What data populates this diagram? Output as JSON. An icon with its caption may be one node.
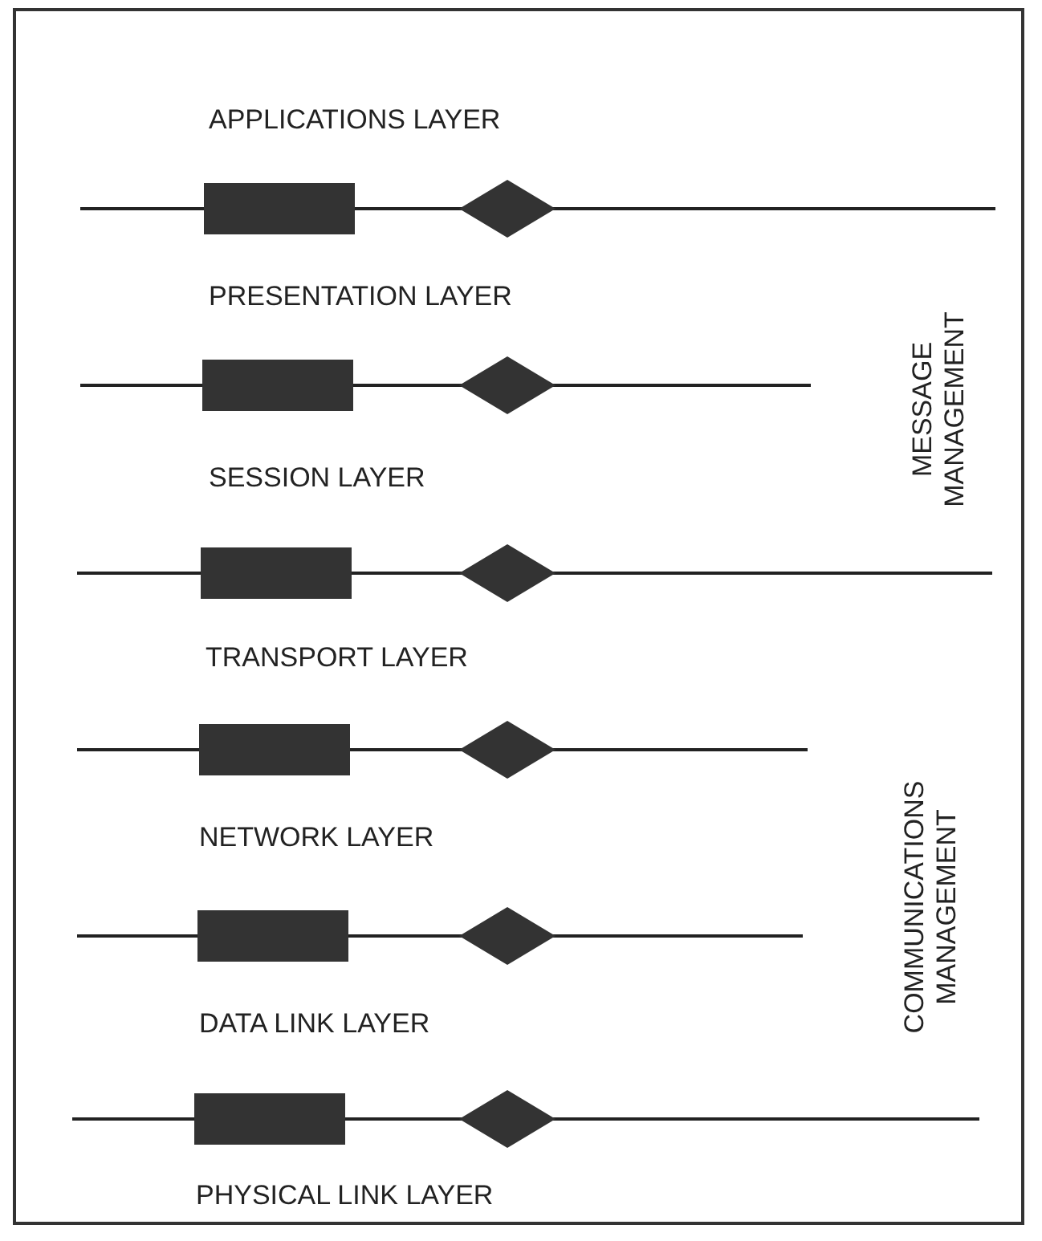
{
  "diagram": {
    "labels": [
      "APPLICATIONS LAYER",
      "PRESENTATION LAYER",
      "MESSAGE MANAGEMENT",
      "SESSION LAYER",
      "TRANSPORT LAYER",
      "COMMUNICATIONS MANAGEMENT",
      "NETWORK LAYER",
      "DATA LINK LAYER",
      "PHYSICAL LINK LAYER"
    ]
  }
}
